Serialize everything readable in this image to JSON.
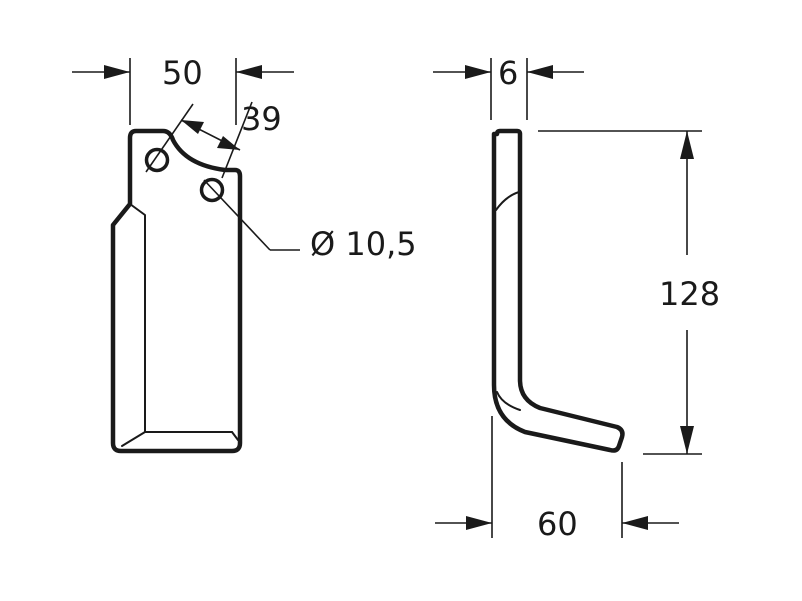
{
  "drawing": {
    "dimensions": {
      "top_width": "50",
      "slot_width": "39",
      "hole_diameter": "Ø 10,5",
      "thickness": "6",
      "height": "128",
      "bend_depth": "60"
    },
    "colors": {
      "line": "#1a1a1a",
      "background": "#ffffff"
    }
  }
}
